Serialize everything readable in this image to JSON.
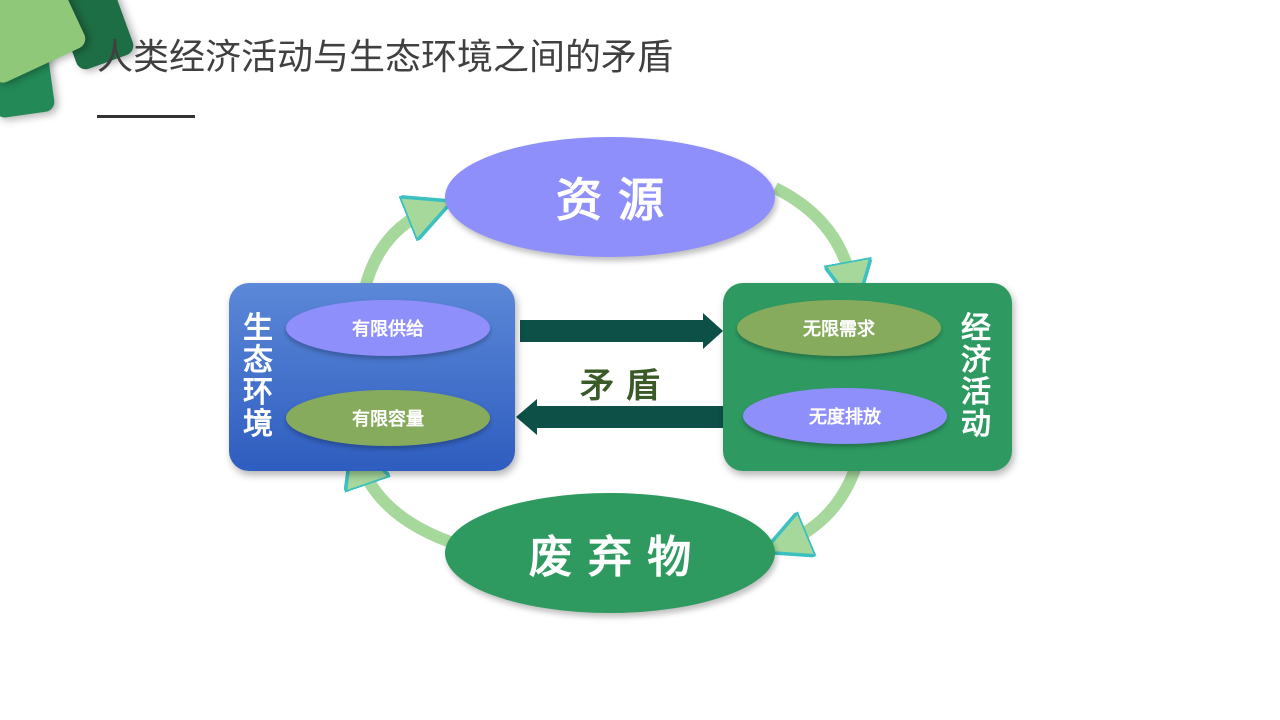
{
  "slide": {
    "title": "人类经济活动与生态环境之间的矛盾"
  },
  "diagram": {
    "top_node": "资 源",
    "bottom_node": "废 弃 物",
    "left_box": {
      "label": "生态环境",
      "items": [
        "有限供给",
        "有限容量"
      ]
    },
    "right_box": {
      "label": "经济活动",
      "items": [
        "无限需求",
        "无度排放"
      ]
    },
    "center_label": "矛 盾"
  },
  "colors": {
    "purple": "#8f8ffb",
    "green_dark": "#2e9a5f",
    "olive": "#86ab5c",
    "blue": "#3c6cc8",
    "arrow": "#0d5048"
  }
}
